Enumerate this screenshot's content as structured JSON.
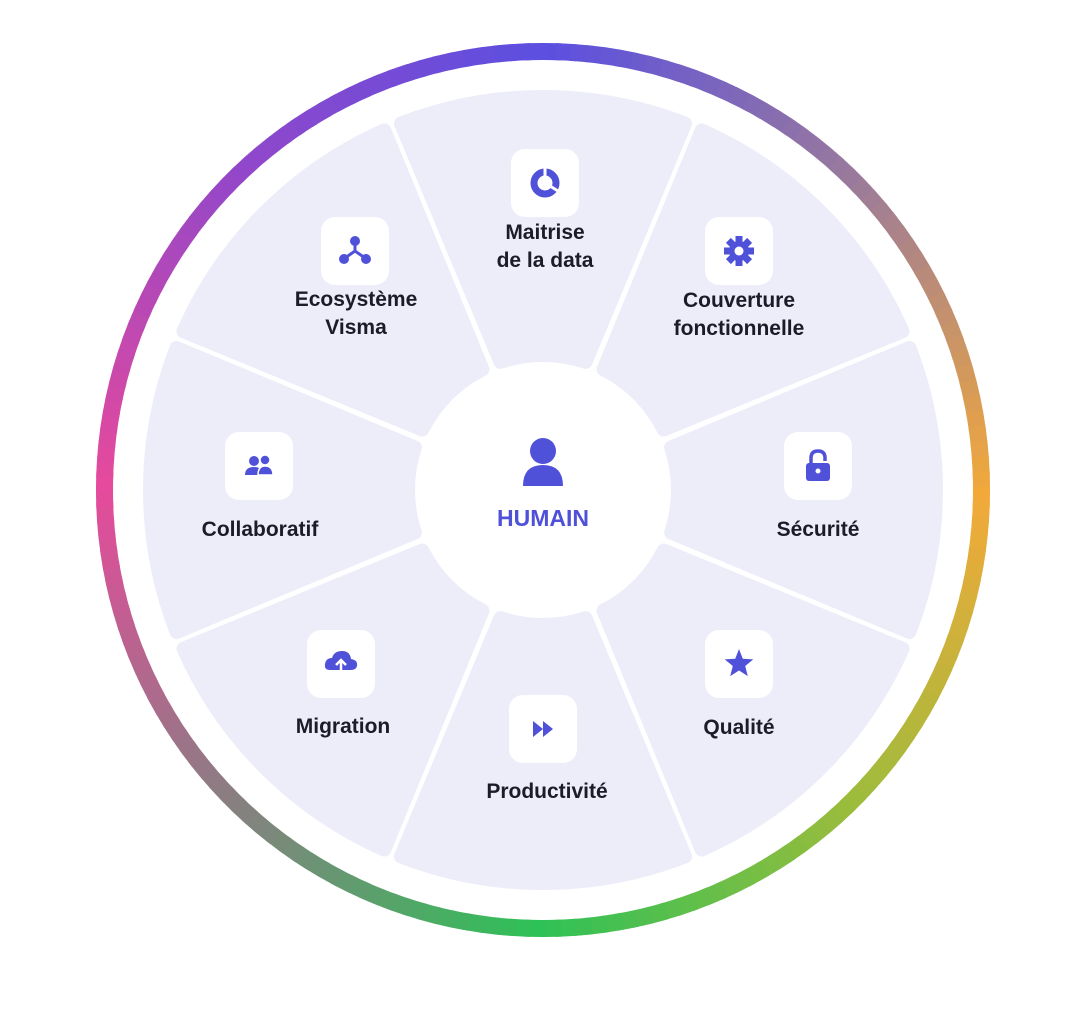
{
  "colors": {
    "accent": "#5051d9",
    "segment_fill": "#ededfa",
    "text": "#1c1c28",
    "ring_gradient": [
      "#5b4fe0",
      "#9b7b9a",
      "#f2a93a",
      "#9cbc3c",
      "#2ec157",
      "#8a7e82",
      "#e64a9c",
      "#9347c9"
    ]
  },
  "center": {
    "label": "HUMAIN",
    "icon": "person-icon"
  },
  "segments": [
    {
      "id": "maitrise",
      "lines": [
        "Maitrise",
        "de la data"
      ],
      "icon": "pie-chart-icon"
    },
    {
      "id": "couverture",
      "lines": [
        "Couverture",
        "fonctionnelle"
      ],
      "icon": "gear-icon"
    },
    {
      "id": "securite",
      "lines": [
        "Sécurité"
      ],
      "icon": "lock-icon"
    },
    {
      "id": "qualite",
      "lines": [
        "Qualité"
      ],
      "icon": "star-icon"
    },
    {
      "id": "productivite",
      "lines": [
        "Productivité"
      ],
      "icon": "fast-forward-icon"
    },
    {
      "id": "migration",
      "lines": [
        "Migration"
      ],
      "icon": "cloud-upload-icon"
    },
    {
      "id": "collaboratif",
      "lines": [
        "Collaboratif"
      ],
      "icon": "people-icon"
    },
    {
      "id": "ecosysteme",
      "lines": [
        "Ecosystème",
        "Visma"
      ],
      "icon": "network-icon"
    }
  ]
}
